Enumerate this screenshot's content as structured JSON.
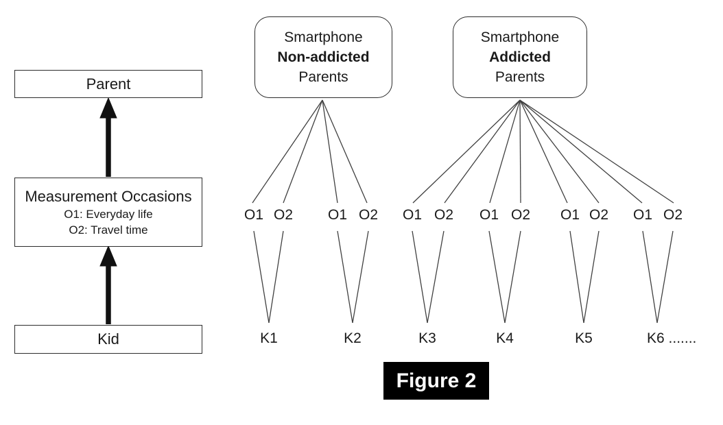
{
  "left_panel": {
    "parent_box": "Parent",
    "measurement_box": {
      "title": "Measurement Occasions",
      "line1": "O1: Everyday life",
      "line2": "O2: Travel time"
    },
    "kid_box": "Kid"
  },
  "group_boxes": [
    {
      "line1": "Smartphone",
      "emphasis": "Non-addicted",
      "line3": "Parents"
    },
    {
      "line1": "Smartphone",
      "emphasis": "Addicted",
      "line3": "Parents"
    }
  ],
  "occasion_labels": [
    "O1",
    "O2",
    "O1",
    "O2",
    "O1",
    "O2",
    "O1",
    "O2",
    "O1",
    "O2",
    "O1",
    "O2"
  ],
  "kid_labels": [
    "K1",
    "K2",
    "K3",
    "K4",
    "K5",
    "K6 ......."
  ],
  "caption": {
    "text": "Figure 2"
  },
  "colors": {
    "connector_line": "#404040",
    "arrow": "#111111",
    "border": "#2b2b2b",
    "text": "#1a1a1a",
    "caption_bg": "#000000",
    "caption_text": "#ffffff"
  }
}
